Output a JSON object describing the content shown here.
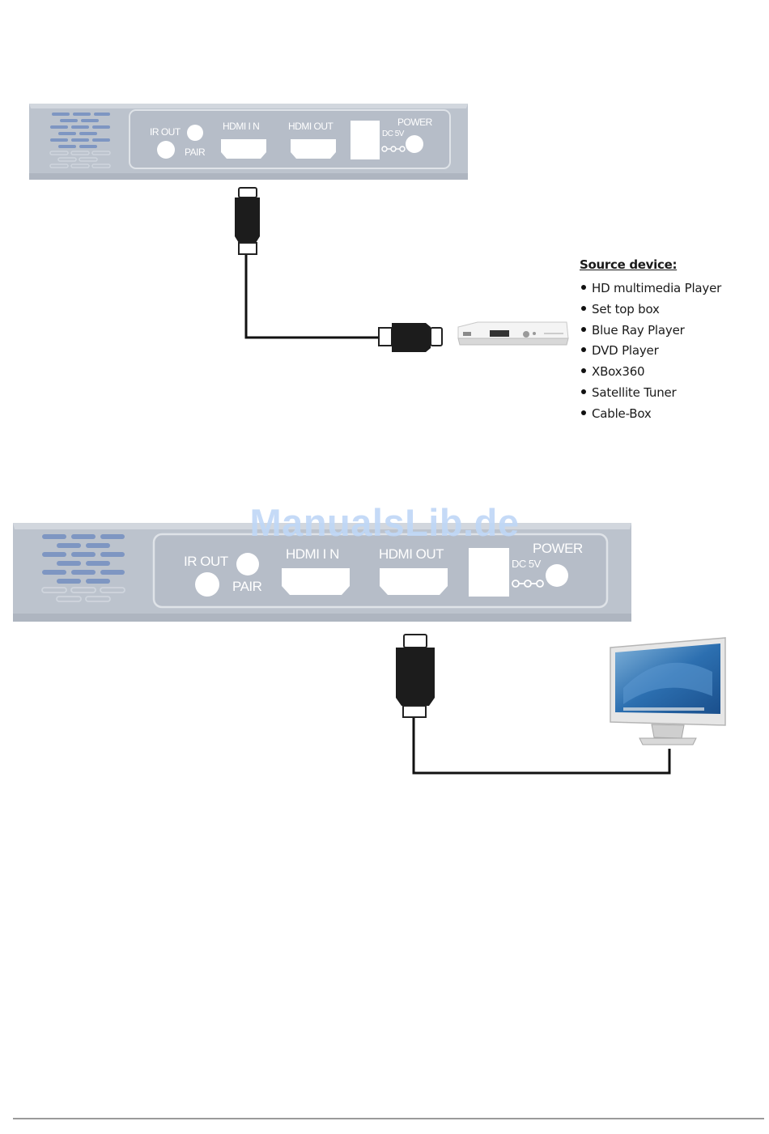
{
  "diagram1": {
    "ports": {
      "ir_out": "IR OUT",
      "pair": "PAIR",
      "hdmi_in": "HDMI  I N",
      "hdmi_out": "HDMI OUT",
      "dc5v": "DC 5V",
      "power": "POWER"
    }
  },
  "diagram2": {
    "ports": {
      "ir_out": "IR OUT",
      "pair": "PAIR",
      "hdmi_in": "HDMI  I N",
      "hdmi_out": "HDMI OUT",
      "dc5v": "DC 5V",
      "power": "POWER"
    }
  },
  "source": {
    "title": "Source device:",
    "items": [
      "HD multimedia Player",
      "Set top box",
      "Blue Ray Player",
      "DVD Player",
      "XBox360",
      "Satellite Tuner",
      "Cable-Box"
    ]
  },
  "watermark": "ManualsLib.de",
  "colors": {
    "device_body": "#bcc3cd",
    "vent": "#7e96c2",
    "cable": "#111111",
    "connector": "#1c1c1c",
    "footer_rule": "#9a9a9a"
  }
}
